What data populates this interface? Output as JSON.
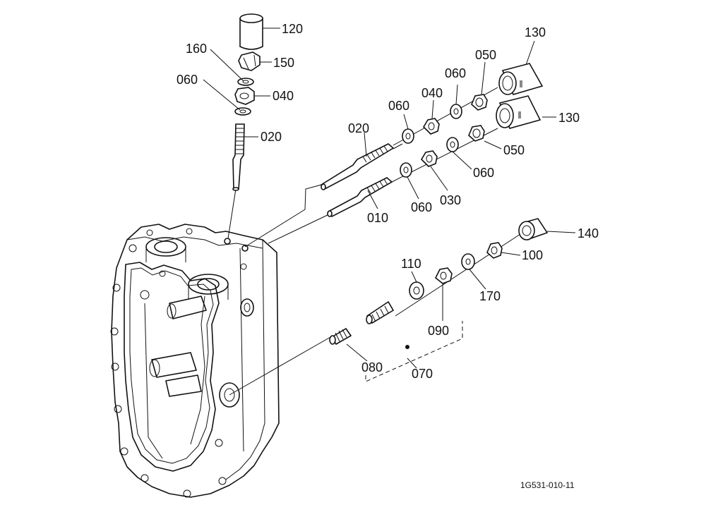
{
  "labels": {
    "p120": "120",
    "p160": "160",
    "p150": "150",
    "p060_a": "060",
    "p040_a": "040",
    "p020_a": "020",
    "p020_b": "020",
    "p060_b": "060",
    "p040_b": "040",
    "p060_c": "060",
    "p050_a": "050",
    "p130_a": "130",
    "p130_b": "130",
    "p050_b": "050",
    "p060_d": "060",
    "p030": "030",
    "p060_e": "060",
    "p010": "010",
    "p140": "140",
    "p100": "100",
    "p110": "110",
    "p170": "170",
    "p090": "090",
    "p080": "080",
    "p070": "070"
  },
  "drawing_code": "1G531-010-11"
}
